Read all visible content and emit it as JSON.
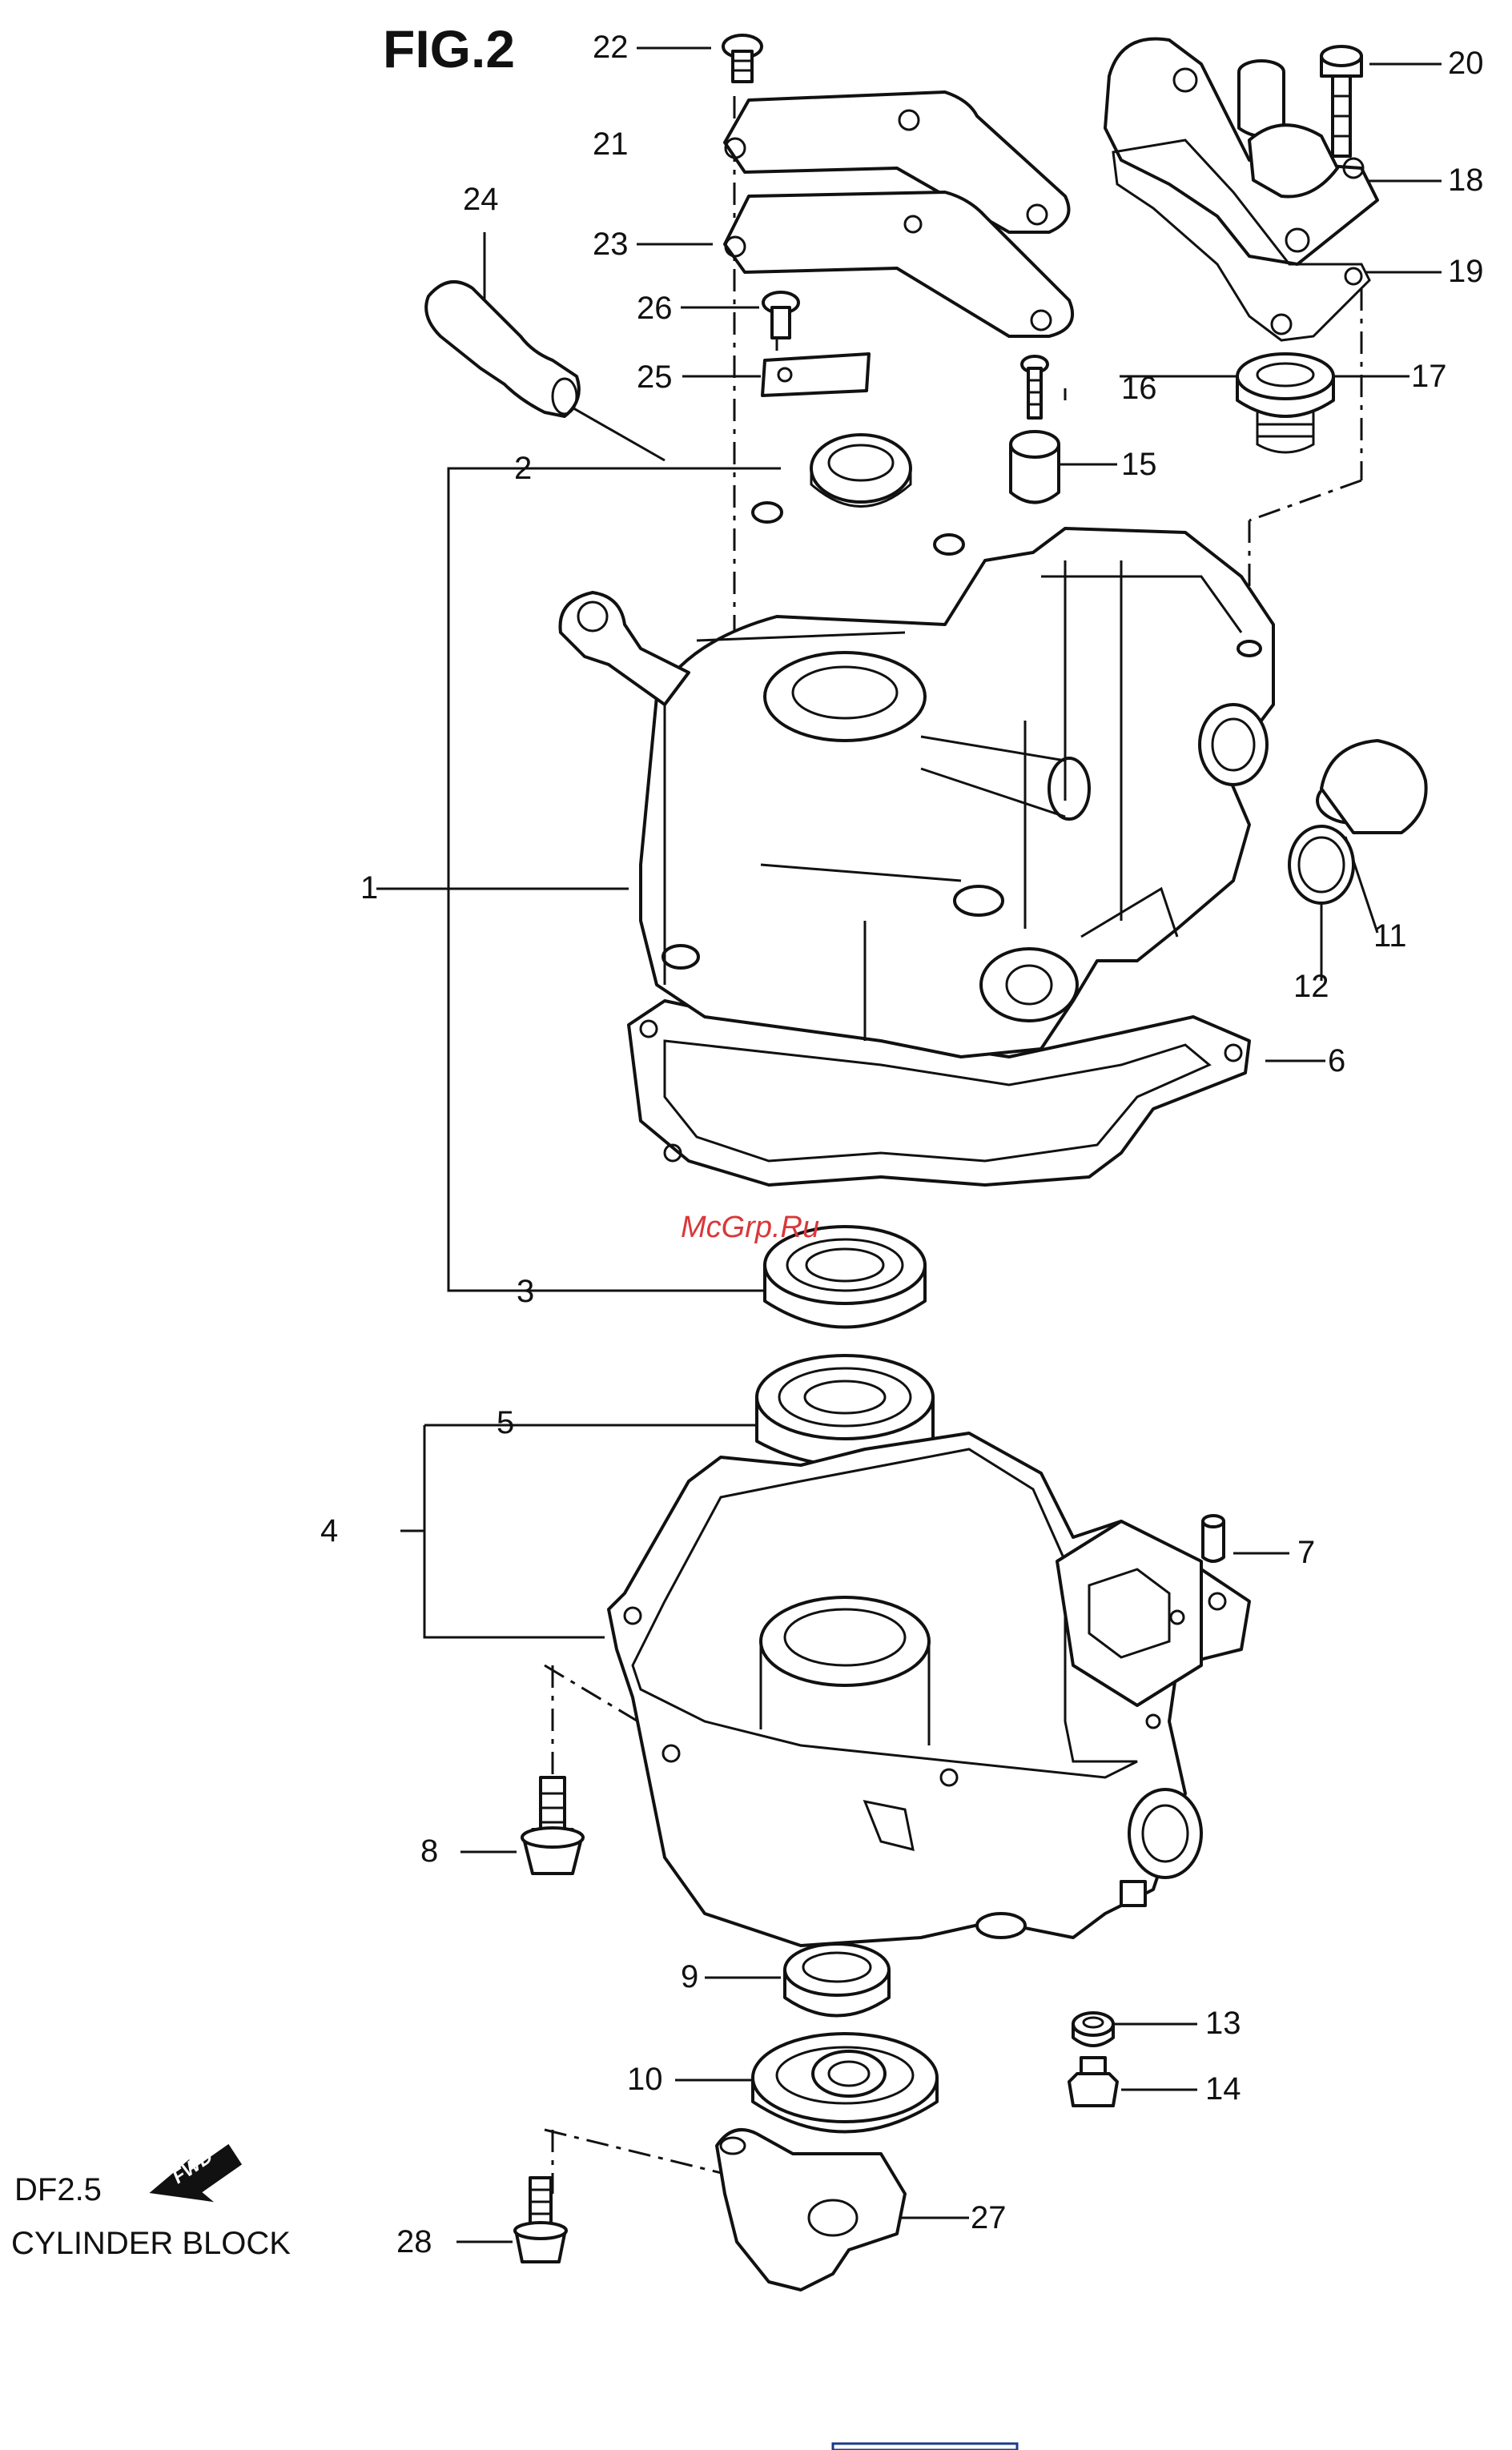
{
  "figure": {
    "title": "FIG.2",
    "model": "DF2.5",
    "caption": "CYLINDER BLOCK",
    "fwd_label": "FWD",
    "watermark": "McGrp.Ru"
  },
  "callouts": [
    "1",
    "2",
    "3",
    "4",
    "5",
    "6",
    "7",
    "8",
    "9",
    "10",
    "11",
    "12",
    "13",
    "14",
    "15",
    "16",
    "17",
    "18",
    "19",
    "20",
    "21",
    "22",
    "23",
    "24",
    "25",
    "26",
    "27",
    "28"
  ],
  "colors": {
    "line": "#111111",
    "watermark": "#d9383a",
    "background": "#ffffff"
  }
}
